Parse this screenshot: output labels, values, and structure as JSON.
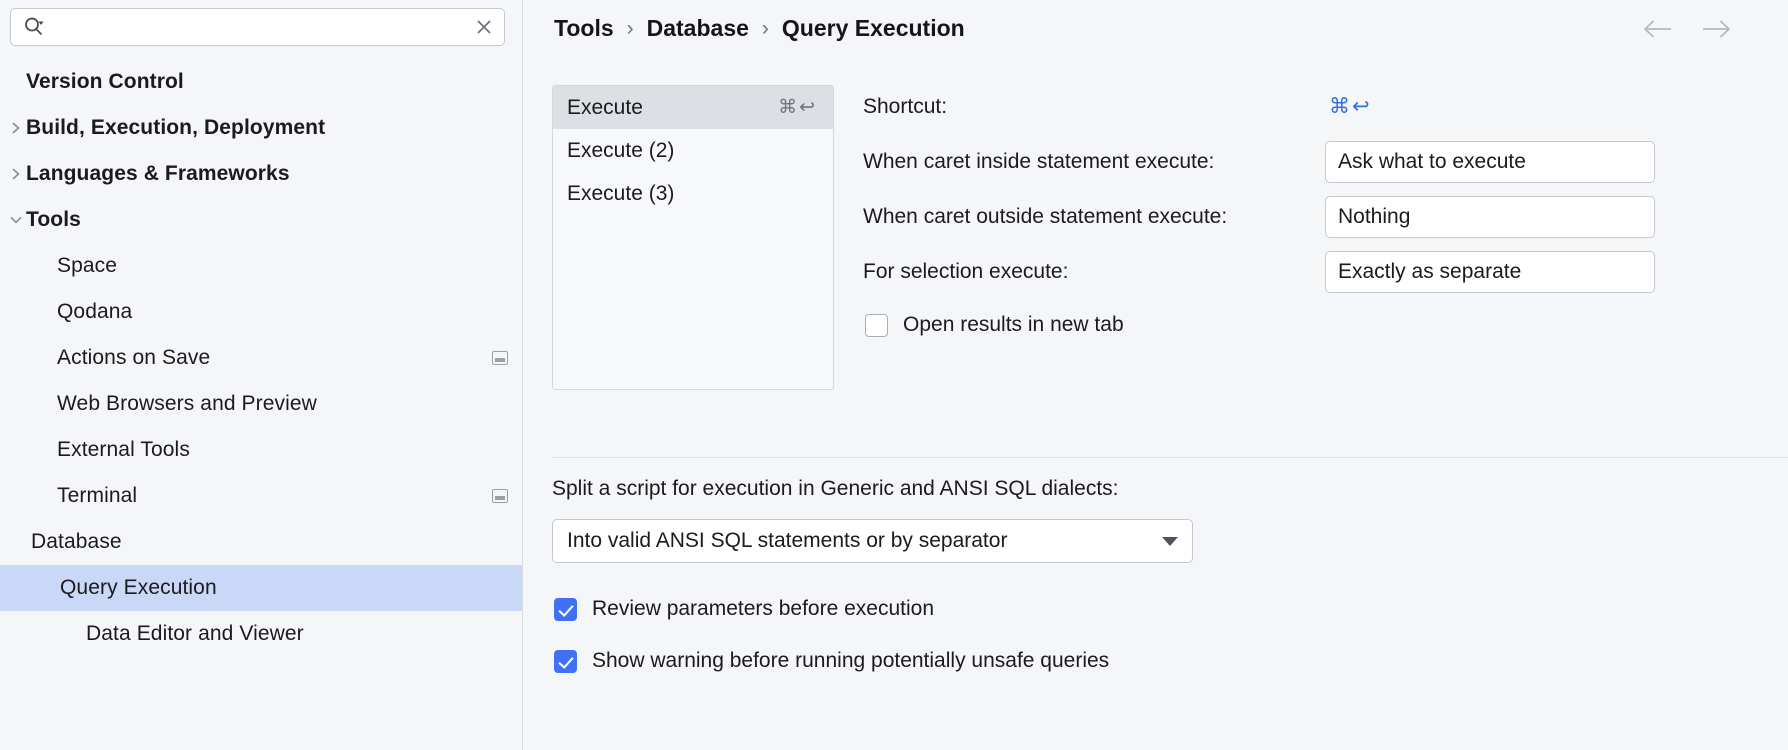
{
  "search": {
    "value": "",
    "placeholder": "",
    "icon": "search-icon",
    "clear_icon": "close-icon"
  },
  "sidebar": {
    "items": [
      {
        "label": "Version Control",
        "level": 0,
        "bold": true,
        "arrow": "none",
        "trailing": false,
        "selected": false
      },
      {
        "label": "Build, Execution, Deployment",
        "level": 0,
        "bold": true,
        "arrow": "right",
        "trailing": false,
        "selected": false
      },
      {
        "label": "Languages & Frameworks",
        "level": 0,
        "bold": true,
        "arrow": "right",
        "trailing": false,
        "selected": false
      },
      {
        "label": "Tools",
        "level": 0,
        "bold": true,
        "arrow": "down",
        "trailing": false,
        "selected": false
      },
      {
        "label": "Space",
        "level": 1,
        "bold": false,
        "arrow": "none",
        "trailing": false,
        "selected": false
      },
      {
        "label": "Qodana",
        "level": 1,
        "bold": false,
        "arrow": "none",
        "trailing": false,
        "selected": false
      },
      {
        "label": "Actions on Save",
        "level": 1,
        "bold": false,
        "arrow": "none",
        "trailing": true,
        "selected": false
      },
      {
        "label": "Web Browsers and Preview",
        "level": 1,
        "bold": false,
        "arrow": "none",
        "trailing": false,
        "selected": false
      },
      {
        "label": "External Tools",
        "level": 1,
        "bold": false,
        "arrow": "none",
        "trailing": false,
        "selected": false
      },
      {
        "label": "Terminal",
        "level": 1,
        "bold": false,
        "arrow": "none",
        "trailing": true,
        "selected": false
      },
      {
        "label": "Database",
        "level": 1,
        "bold": false,
        "arrow": "down",
        "trailing": false,
        "selected": false
      },
      {
        "label": "Query Execution",
        "level": 2,
        "bold": false,
        "arrow": "right",
        "trailing": false,
        "selected": true
      },
      {
        "label": "Data Editor and Viewer",
        "level": 2,
        "bold": false,
        "arrow": "none",
        "trailing": false,
        "selected": false
      }
    ]
  },
  "breadcrumb": {
    "items": [
      "Tools",
      "Database",
      "Query Execution"
    ],
    "separator": "›",
    "back_icon": "arrow-left-icon",
    "forward_icon": "arrow-right-icon"
  },
  "execute_list": {
    "items": [
      {
        "label": "Execute",
        "shortcut": "⌘↩",
        "selected": true
      },
      {
        "label": "Execute (2)",
        "shortcut": "",
        "selected": false
      },
      {
        "label": "Execute (3)",
        "shortcut": "",
        "selected": false
      }
    ]
  },
  "settings": {
    "shortcut_label": "Shortcut:",
    "shortcut_value": "⌘↩",
    "caret_inside_label": "When caret inside statement execute:",
    "caret_inside_value": "Ask what to execute",
    "caret_outside_label": "When caret outside statement execute:",
    "caret_outside_value": "Nothing",
    "selection_label": "For selection execute:",
    "selection_value": "Exactly as separate",
    "open_results_label": "Open results in new tab",
    "open_results_checked": false
  },
  "split_section": {
    "title": "Split a script for execution in Generic and ANSI SQL dialects:",
    "dropdown_value": "Into valid ANSI SQL statements or by separator",
    "caret_icon": "chevron-down-icon",
    "checkboxes": [
      {
        "label": "Review parameters before execution",
        "checked": true
      },
      {
        "label": "Show warning before running potentially unsafe queries",
        "checked": true
      }
    ]
  },
  "colors": {
    "selection_blue": "#c9d8f7",
    "accent_blue": "#4071f4",
    "link_blue": "#3272d9",
    "background": "#f5f6f8"
  }
}
